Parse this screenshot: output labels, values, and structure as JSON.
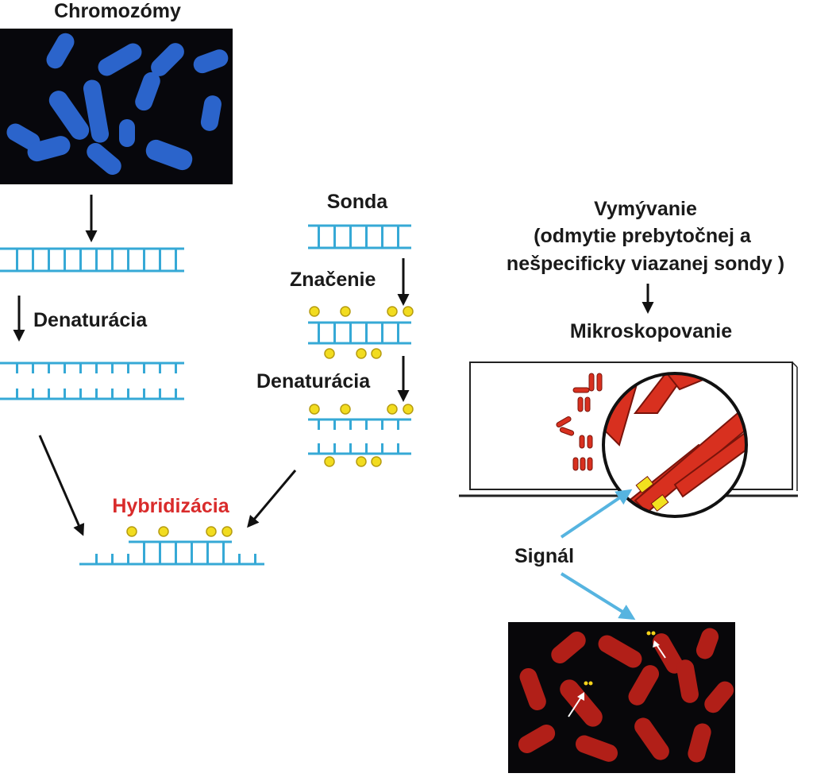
{
  "labels": {
    "chromosomes": "Chromozómy",
    "denaturation_left": "Denaturácia",
    "probe": "Sonda",
    "labeling": "Značenie",
    "denaturation_mid": "Denaturácia",
    "hybridization": "Hybridizácia",
    "washing_line1": "Vymývanie",
    "washing_line2": "(odmytie prebytočnej a",
    "washing_line3": "nešpecificky viazanej sondy )",
    "microscopy": "Mikroskopovanie",
    "signal": "Signál"
  },
  "colors": {
    "dna": "#36a9d6",
    "probe_label": "#f2dc1f",
    "hybridization_text": "#d92b2b",
    "chromosome_blue": "#2f6fe0",
    "chromosome_red": "#d8301f",
    "signal_arrow": "#56b4e0"
  }
}
